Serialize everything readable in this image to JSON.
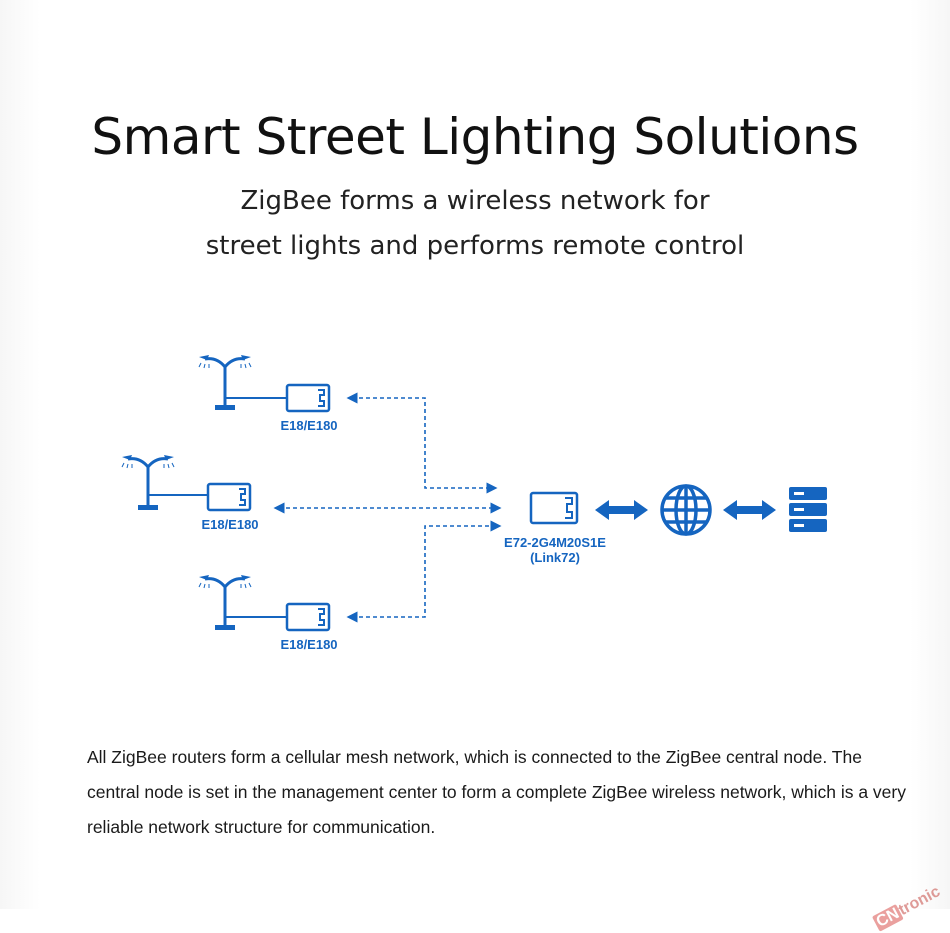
{
  "title": "Smart Street Lighting Solutions",
  "subtitle": {
    "line1": "ZigBee forms a wireless network for",
    "line2": "street lights and performs remote control"
  },
  "diagram": {
    "router_label": "E18/E180",
    "coordinator_label_line1": "E72-2G4M20S1E",
    "coordinator_label_line2": "(Link72)",
    "accent_color": "#1565c0",
    "icons": [
      "street-lamp-icon",
      "module-icon",
      "globe-icon",
      "server-icon"
    ]
  },
  "description": "All ZigBee routers form a cellular mesh network, which is connected to the ZigBee central node. The central node is set in the management center to form a complete ZigBee wireless network, which is a very reliable network structure for communication.",
  "watermark": {
    "part1": "CN",
    "part2": "tronic"
  }
}
